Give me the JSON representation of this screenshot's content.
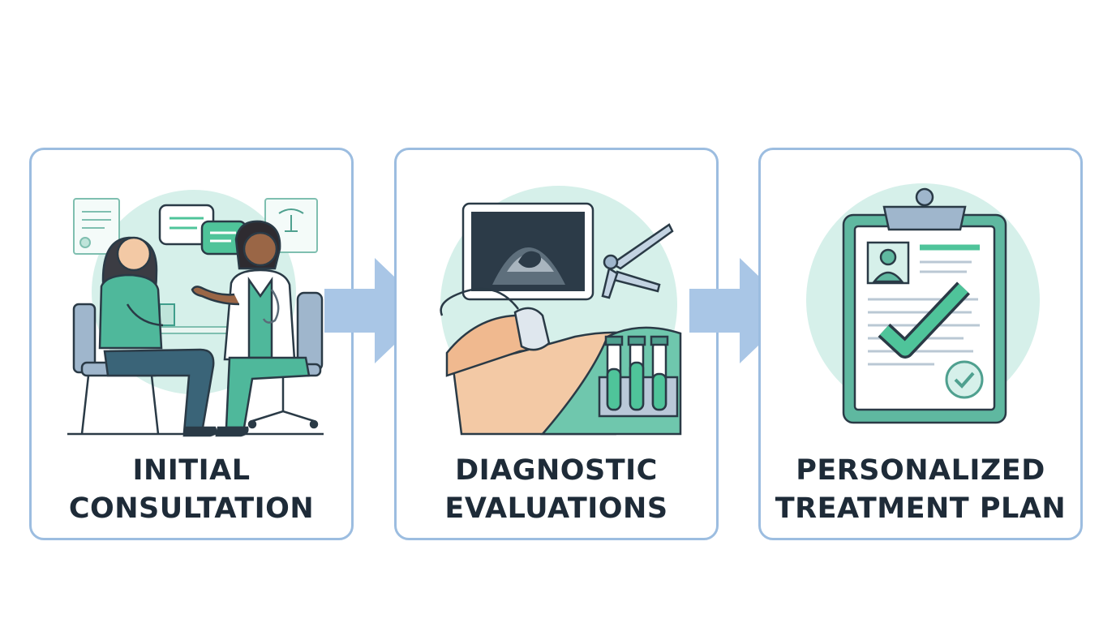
{
  "steps": [
    {
      "line1": "INITIAL",
      "line2": "CONSULTATION"
    },
    {
      "line1": "DIAGNOSTIC",
      "line2": "EVALUATIONS"
    },
    {
      "line1": "PERSONALIZED",
      "line2": "TREATMENT PLAN"
    }
  ],
  "colors": {
    "card_border": "#9cbde0",
    "arrow": "#a9c6e6",
    "circle_bg": "#d6f0ea",
    "accent_green": "#4fc49a",
    "teal": "#3f9e8c",
    "dark_text": "#1e2b38"
  }
}
